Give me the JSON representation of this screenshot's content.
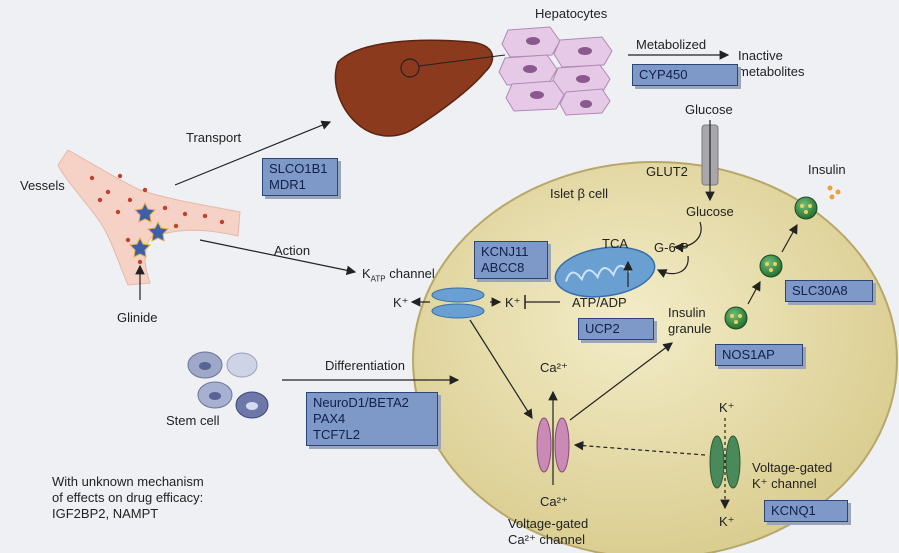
{
  "labels": {
    "hepatocytes": "Hepatocytes",
    "metabolized": "Metabolized",
    "inactive_line1": "Inactive",
    "inactive_line2": "metabolites",
    "glucose_top": "Glucose",
    "transport": "Transport",
    "vessels": "Vessels",
    "glut2": "GLUT2",
    "islet_cell": "Islet β cell",
    "insulin": "Insulin",
    "glucose_inner": "Glucose",
    "action": "Action",
    "tca": "TCA",
    "g6p": "G-6-P",
    "katp_k": "K",
    "katp_sub": "ATP",
    "katp_rest": " channel",
    "k_out": "K⁺",
    "k_in": "K⁺",
    "atp_adp": "ATP/ADP",
    "glinide": "Glinide",
    "insulin_granule_1": "Insulin",
    "insulin_granule_2": "granule",
    "differentiation": "Differentiation",
    "ca_top": "Ca²⁺",
    "stem_cell": "Stem cell",
    "k_plus_top": "K⁺",
    "vg_k_1": "Voltage-gated",
    "vg_k_2": "K⁺ channel",
    "ca_bottom": "Ca²⁺",
    "k_plus_bottom": "K⁺",
    "vg_ca_1": "Voltage-gated",
    "vg_ca_2": "Ca²⁺ channel",
    "unknown_1": "With unknown mechanism",
    "unknown_2": "of effects on drug efficacy:",
    "unknown_3": "IGF2BP2, NAMPT"
  },
  "boxes": {
    "cyp450": [
      "CYP450"
    ],
    "transporters": [
      "SLCO1B1",
      "MDR1"
    ],
    "katp_genes": [
      "KCNJ11",
      "ABCC8"
    ],
    "slc30a8": [
      "SLC30A8"
    ],
    "ucp2": [
      "UCP2"
    ],
    "nos1ap": [
      "NOS1AP"
    ],
    "diff_genes": [
      "NeuroD1/BETA2",
      "PAX4",
      "TCF7L2"
    ],
    "kcnq1": [
      "KCNQ1"
    ]
  },
  "colors": {
    "cell_fill": "#e3d9a6",
    "liver": "#8c3a1e",
    "gene_box": "#7e99c8",
    "vessel": "#f6d2c6",
    "granule": "#2f8a3a",
    "channel_blue": "#6a9fd2",
    "channel_pink": "#c98ab6",
    "channel_green": "#4a8a5a"
  }
}
